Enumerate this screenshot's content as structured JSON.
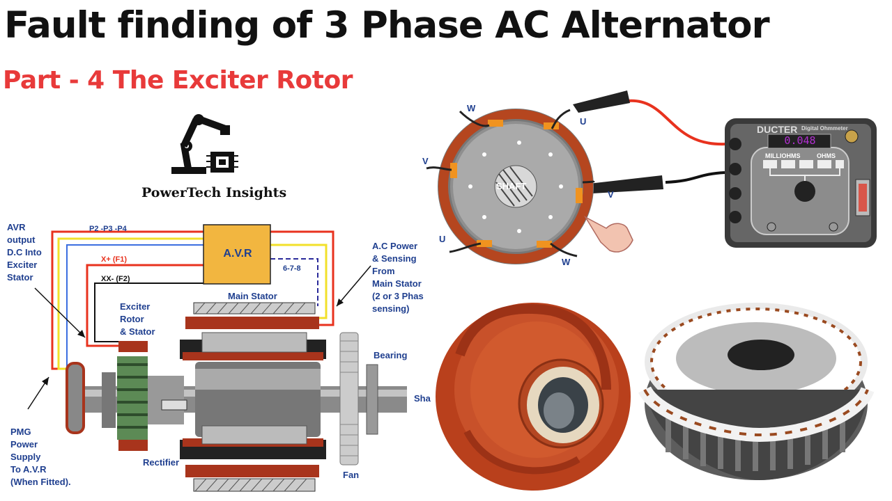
{
  "header": {
    "title": "Fault finding of 3 Phase AC Alternator",
    "subtitle": "Part - 4 The Exciter Rotor"
  },
  "brand": {
    "name": "PowerTech Insights",
    "logo_icon": "robot-arm-chip-icon"
  },
  "diagram": {
    "avr_box": "A.V.R",
    "avr_output": "AVR\noutput\nD.C Into\nExciter\nStator",
    "wire_p2p3p4": "P2 -P3 -P4",
    "wire_xplus": "X+ (F1)",
    "wire_xminus": "XX- (F2)",
    "wire_678": "6-7-8",
    "ac_power": "A.C Power\n& Sensing\nFrom\nMain Stator\n(2 or 3 Phas\nsensing)",
    "main_stator": "Main Stator",
    "exciter": "Exciter\nRotor\n& Stator",
    "bearing": "Bearing",
    "shaft": "Sha",
    "rectifier": "Rectifier",
    "fan": "Fan",
    "pmg": "PMG\nPower\nSupply\nTo A.V.R\n(When Fitted)."
  },
  "test_setup": {
    "terminals": {
      "w_top": "W",
      "u_top": "U",
      "v_left": "V",
      "v_right": "V",
      "u_bottom": "U",
      "w_bottom": "W"
    },
    "shaft_label": "SHAFT",
    "meter": {
      "brand": "DUCTER",
      "type": "Digital Ohmmeter",
      "reading": "0.048",
      "range_label_1": "MILLIOHMS",
      "range_label_2": "OHMS"
    }
  },
  "colors": {
    "title": "#111111",
    "subtitle": "#e83a3a",
    "label_blue": "#1f3f8f",
    "copper": "#b5461f",
    "wire_red": "#e8321e",
    "wire_yellow": "#f2e02a"
  }
}
